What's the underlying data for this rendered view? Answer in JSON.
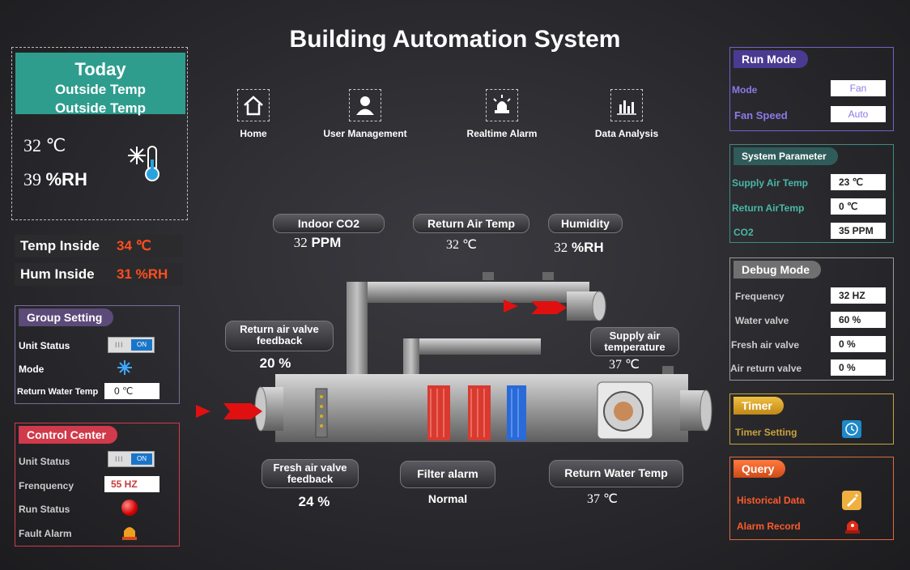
{
  "app_title": "Building Automation System",
  "nav": [
    {
      "label": "Home",
      "icon": "home-icon"
    },
    {
      "label": "User Management",
      "icon": "user-icon"
    },
    {
      "label": "Realtime Alarm",
      "icon": "alarm-light-icon"
    },
    {
      "label": "Data Analysis",
      "icon": "bar-chart-icon"
    }
  ],
  "today": {
    "line1": "Today",
    "line2": "Outside Temp",
    "line3": "Outside Temp",
    "temp_value": "32",
    "temp_unit": "℃",
    "hum_value": "39",
    "hum_unit": "%RH"
  },
  "inside": {
    "temp_label": "Temp Inside",
    "temp_value": "34 ℃",
    "hum_label": "Hum Inside",
    "hum_value": "31 %RH"
  },
  "group_setting": {
    "title": "Group Setting",
    "unit_status_label": "Unit Status",
    "toggle_label": "ON",
    "mode_label": "Mode",
    "return_water_label": "Return Water Temp",
    "return_water_value": "0 ℃"
  },
  "control_center": {
    "title": "Control Center",
    "unit_status_label": "Unit Status",
    "toggle_label": "ON",
    "frequency_label": "Frenquency",
    "frequency_value": "55 HZ",
    "run_status_label": "Run Status",
    "fault_alarm_label": "Fault Alarm"
  },
  "run_mode": {
    "title": "Run Mode",
    "mode_label": "Mode",
    "mode_value": "Fan",
    "fan_speed_label": "Fan Speed",
    "fan_speed_value": "Auto"
  },
  "system_parameter": {
    "title": "System Parameter",
    "supply_label": "Supply Air Temp",
    "supply_value": "23 ℃",
    "return_label": "Return AirTemp",
    "return_value": "0 ℃",
    "co2_label": "CO2",
    "co2_value": "35 PPM"
  },
  "debug_mode": {
    "title": "Debug Mode",
    "frequency_label": "Frequency",
    "frequency_value": "32 HZ",
    "water_label": "Water valve",
    "water_value": "60 %",
    "fresh_label": "Fresh air valve",
    "fresh_value": "0 %",
    "air_return_label": "Air return valve",
    "air_return_value": "0 %"
  },
  "timer": {
    "title": "Timer",
    "setting_label": "Timer Setting"
  },
  "query": {
    "title": "Query",
    "historical_label": "Historical Data",
    "alarm_label": "Alarm Record"
  },
  "diagram": {
    "indoor_co2_label": "Indoor CO2",
    "indoor_co2_value": "32",
    "indoor_co2_unit": "PPM",
    "return_air_label": "Return Air Temp",
    "return_air_value": "32 ℃",
    "humidity_label": "Humidity",
    "humidity_value": "32",
    "humidity_unit": "%RH",
    "return_valve_label_1": "Return air valve",
    "return_valve_label_2": "feedback",
    "return_valve_value": "20 %",
    "supply_air_label_1": "Supply air",
    "supply_air_label_2": "temperature",
    "supply_air_value": "37 ℃",
    "fresh_valve_label_1": "Fresh air valve",
    "fresh_valve_label_2": "feedback",
    "fresh_valve_value": "24 %",
    "filter_alarm_label": "Filter alarm",
    "filter_alarm_value": "Normal",
    "return_water_label": "Return Water Temp",
    "return_water_value": "37 ℃"
  }
}
